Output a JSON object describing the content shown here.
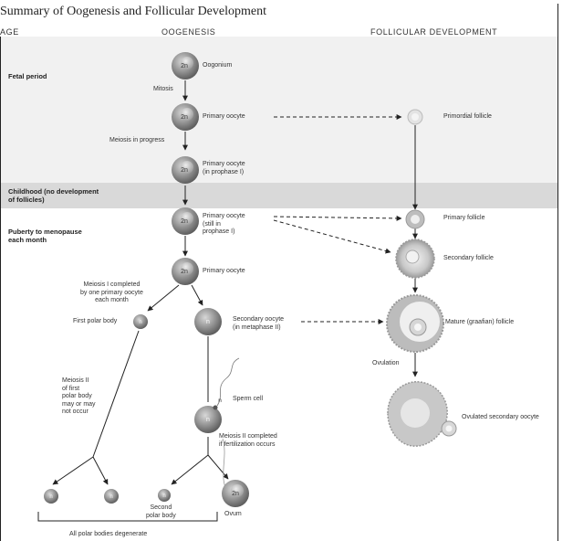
{
  "title": "Summary of Oogenesis and Follicular Development",
  "columns": {
    "stage": "AGE",
    "oogenesis": "OOGENESIS",
    "follicular": "FOLLICULAR DEVELOPMENT"
  },
  "stages": {
    "fetal": "Fetal period",
    "childhood_1": "Childhood (no development",
    "childhood_2": "of follicles)",
    "puberty_1": "Puberty to menopause",
    "puberty_2": "each month"
  },
  "cells": {
    "diploid": "2n",
    "haploid": "n",
    "oogonium": "Oogonium",
    "primary_oocyte_1": "Primary oocyte",
    "primary_oocyte_2_a": "Primary oocyte",
    "primary_oocyte_2_b": "(in prophase I)",
    "primary_oocyte_3_a": "Primary oocyte",
    "primary_oocyte_3_b": "(still in",
    "primary_oocyte_3_c": "prophase I)",
    "primary_oocyte_4": "Primary oocyte",
    "first_polar_body": "First polar body",
    "secondary_oocyte_a": "Secondary oocyte",
    "secondary_oocyte_b": "(in metaphase II)",
    "sperm_cell": "Sperm cell",
    "second_polar_body_a": "Second",
    "second_polar_body_b": "polar body",
    "ovum": "Ovum"
  },
  "processes": {
    "mitosis": "Mitosis",
    "meiosis_in_progress": "Meiosis in progress",
    "meiosis1_a": "Meiosis I completed",
    "meiosis1_b": "by one primary oocyte",
    "meiosis1_c": "each month",
    "meiosis2_fpb_a": "Meiosis II",
    "meiosis2_fpb_b": "of first",
    "meiosis2_fpb_c": "polar body",
    "meiosis2_fpb_d": "may or may",
    "meiosis2_fpb_e": "not occur",
    "meiosis2_done_a": "Meiosis II completed",
    "meiosis2_done_b": "if fertilization occurs",
    "ovulation": "Ovulation",
    "degenerate": "All polar bodies degenerate"
  },
  "follicles": {
    "primordial": "Primordial follicle",
    "primary": "Primary follicle",
    "secondary": "Secondary follicle",
    "mature": "Mature (graafian) follicle",
    "ovulated": "Ovulated secondary oocyte"
  },
  "colors": {
    "band_light": "#f1f1f1",
    "band_dark": "#d9d9d9",
    "cell": "#8a8a8a",
    "cell_light": "#cfcfcf",
    "line": "#222222"
  }
}
